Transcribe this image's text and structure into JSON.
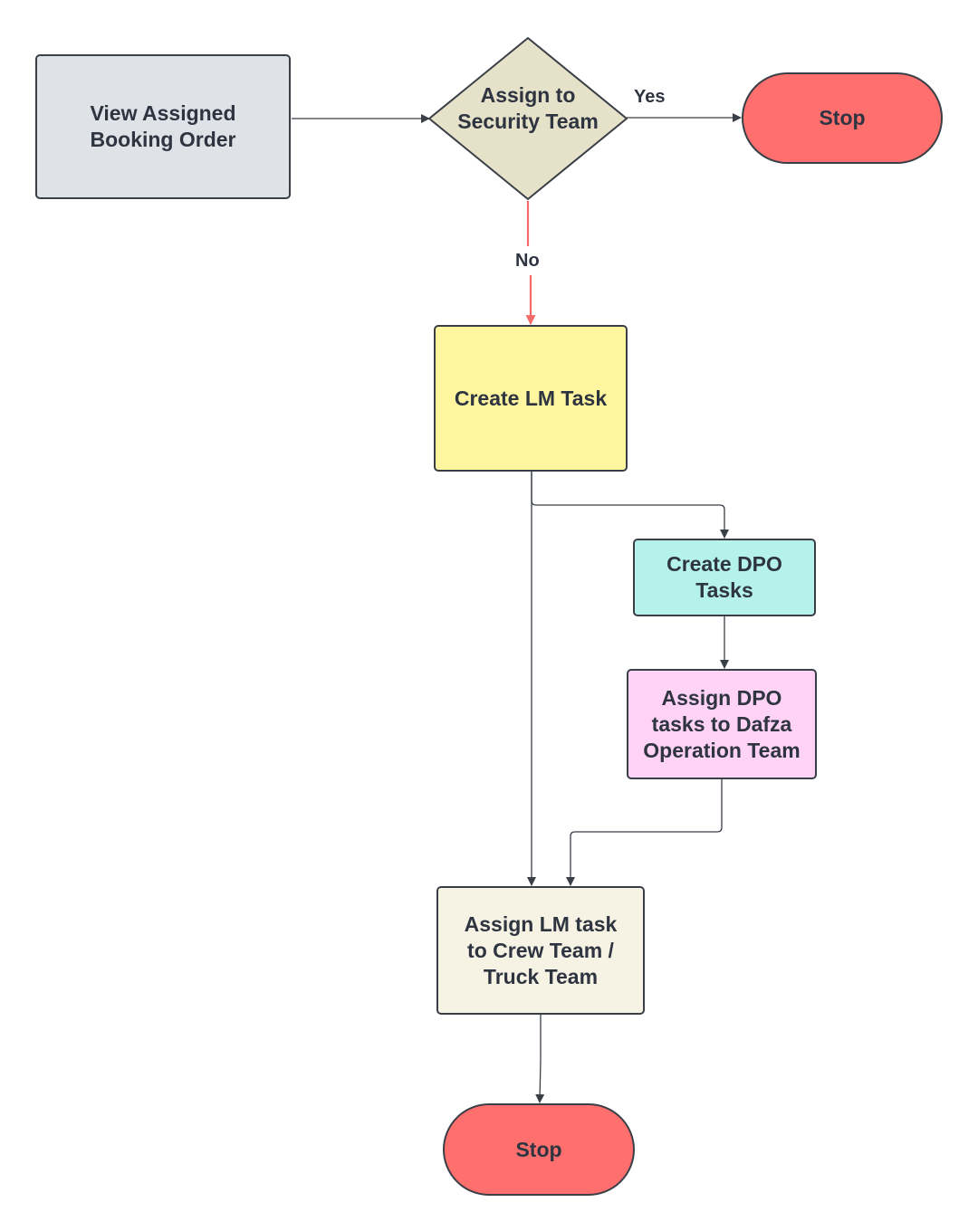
{
  "colors": {
    "gray": "#dfe3e8",
    "tan": "#e6e1c9",
    "red": "#ff6f6e",
    "yellow": "#fff69f",
    "teal": "#b5f3ea",
    "pink": "#ffd3f6",
    "cream": "#f6f3e4",
    "stroke": "#3a3f47",
    "no_edge": "#f36b6b"
  },
  "nodes": {
    "view_booking": "View Assigned\nBooking Order",
    "assign_security": "Assign to\nSecurity Team",
    "stop_top": "Stop",
    "create_lm": "Create LM Task",
    "create_dpo": "Create DPO\nTasks",
    "assign_dpo": "Assign DPO\ntasks to Dafza\nOperation Team",
    "assign_lm": "Assign LM task\nto Crew Team /\nTruck Team",
    "stop_bottom": "Stop"
  },
  "edges": {
    "yes_label": "Yes",
    "no_label": "No"
  }
}
